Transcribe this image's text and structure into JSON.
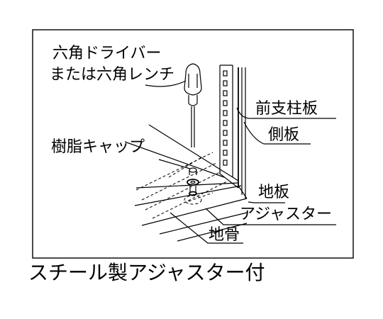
{
  "labels": {
    "tool_line1": "六角ドライバー",
    "tool_line2": "または六角レンチ",
    "front_post": "前支柱板",
    "side_panel": "側板",
    "resin_cap": "樹脂キャップ",
    "floor_panel": "地板",
    "adjuster": "アジャスター",
    "frame": "地骨"
  },
  "caption": "スチール製アジャスター付"
}
